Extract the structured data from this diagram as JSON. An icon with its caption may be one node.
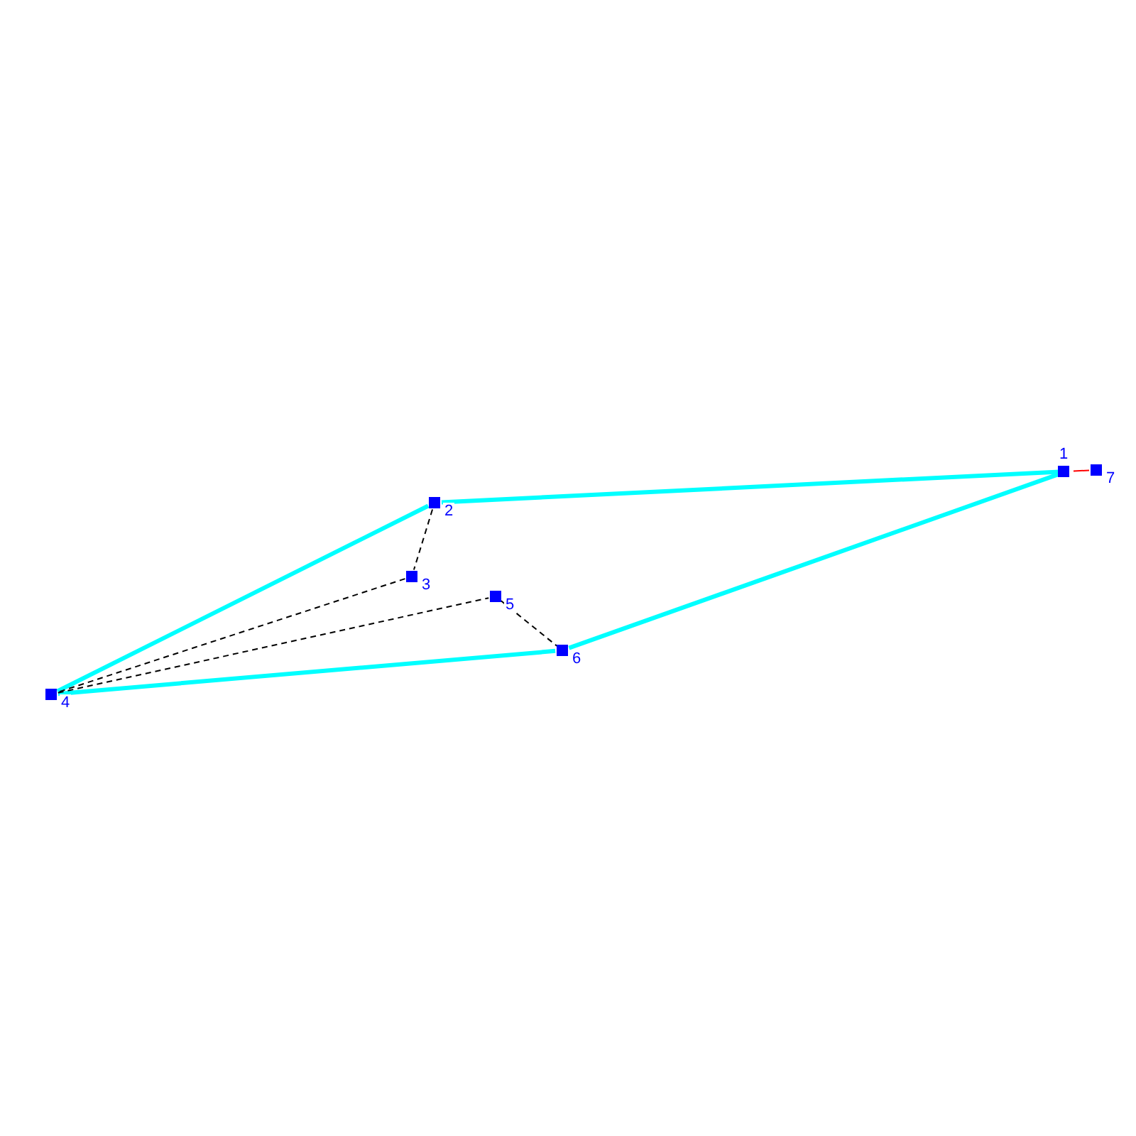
{
  "diagram": {
    "nodes": [
      {
        "text": [
          "1"
        ]
      },
      {
        "text": [
          "2"
        ]
      },
      {
        "text": [
          "3"
        ]
      },
      {
        "text": [
          "4"
        ]
      },
      {
        "text": [
          "5"
        ]
      },
      {
        "text": [
          "6"
        ]
      },
      {
        "text": [
          "7"
        ]
      }
    ],
    "edges": [
      {
        "from": 3,
        "to": 1,
        "arrow": "none",
        "style": "thick"
      },
      {
        "from": 1,
        "to": 0,
        "arrow": "none",
        "style": "thick"
      },
      {
        "from": 0,
        "to": 5,
        "arrow": "none",
        "style": "thick"
      },
      {
        "from": 5,
        "to": 3,
        "arrow": "none",
        "style": "thick"
      },
      {
        "from": 1,
        "to": 2,
        "arrow": "none",
        "style": "dashed",
        "color": "#000000"
      },
      {
        "from": 2,
        "to": 3,
        "arrow": "none",
        "style": "dashed",
        "color": "#000000"
      },
      {
        "from": 3,
        "to": 4,
        "arrow": "none",
        "style": "dashed",
        "color": "#000000"
      },
      {
        "from": 4,
        "to": 5,
        "arrow": "none",
        "style": "dashed",
        "color": "#000000"
      },
      {
        "from": 0,
        "to": 6,
        "arrow": "none",
        "color": "#ff0000"
      }
    ]
  }
}
